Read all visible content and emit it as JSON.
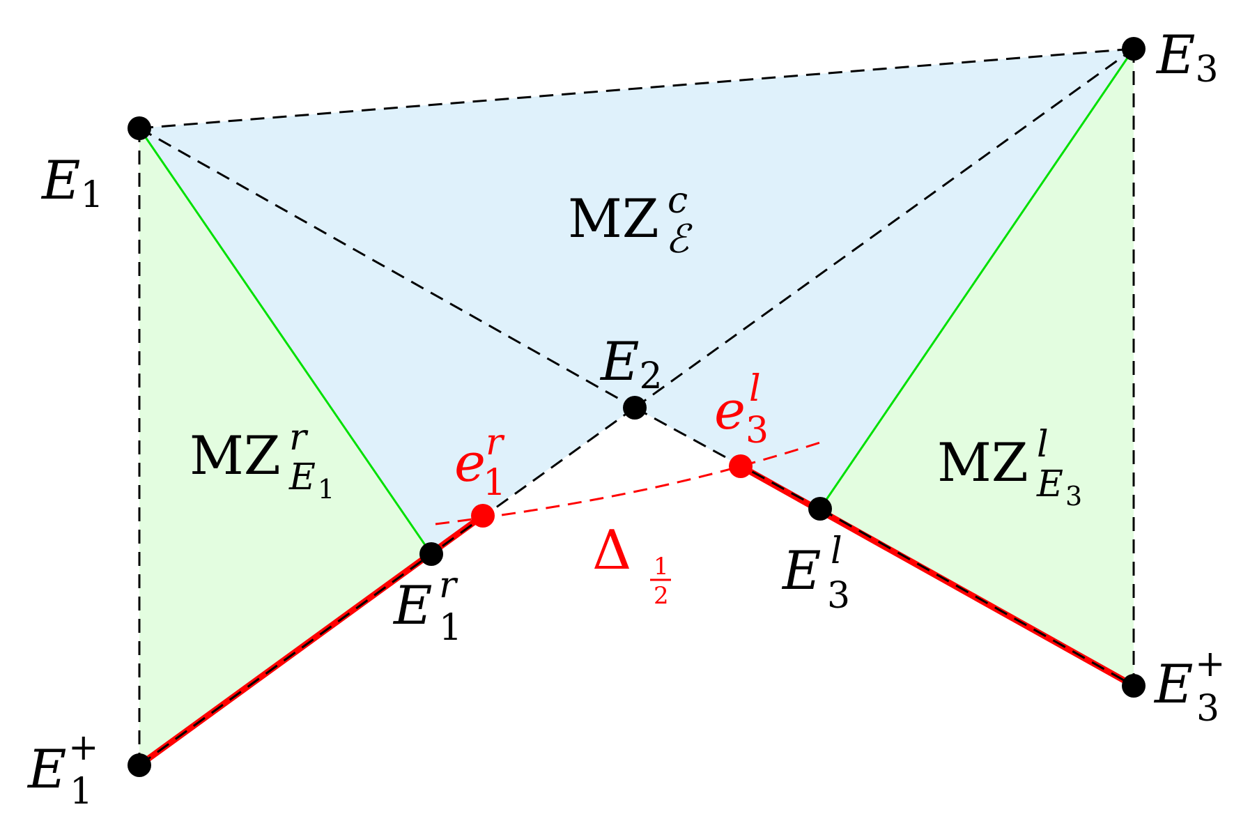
{
  "colors": {
    "central_fill": "#dff1fb",
    "side_fill": "#e3fde0",
    "green_edge": "#00e000",
    "red": "#ff0000",
    "black": "#000000"
  },
  "points": {
    "E1": {
      "base": "E",
      "sub": "1"
    },
    "E2": {
      "base": "E",
      "sub": "2"
    },
    "E3": {
      "base": "E",
      "sub": "3"
    },
    "E1_plus": {
      "base": "E",
      "sub": "1",
      "sup": "+"
    },
    "E3_plus": {
      "base": "E",
      "sub": "3",
      "sup": "+"
    },
    "E1_r": {
      "base": "E",
      "sub": "1",
      "sup": "r"
    },
    "E3_l": {
      "base": "E",
      "sub": "3",
      "sup": "l"
    },
    "e1_r": {
      "base": "e",
      "sub": "1",
      "sup": "r"
    },
    "e3_l": {
      "base": "e",
      "sub": "3",
      "sup": "l"
    }
  },
  "regions": {
    "central": {
      "base": "MZ",
      "sup": "c",
      "sub": "ℰ"
    },
    "left": {
      "base": "MZ",
      "sup": "r",
      "sub_base": "E",
      "sub_sub": "1"
    },
    "right": {
      "base": "MZ",
      "sup": "l",
      "sub_base": "E",
      "sub_sub": "3"
    }
  },
  "delta": {
    "symbol": "Δ",
    "num": "1",
    "den": "2"
  }
}
